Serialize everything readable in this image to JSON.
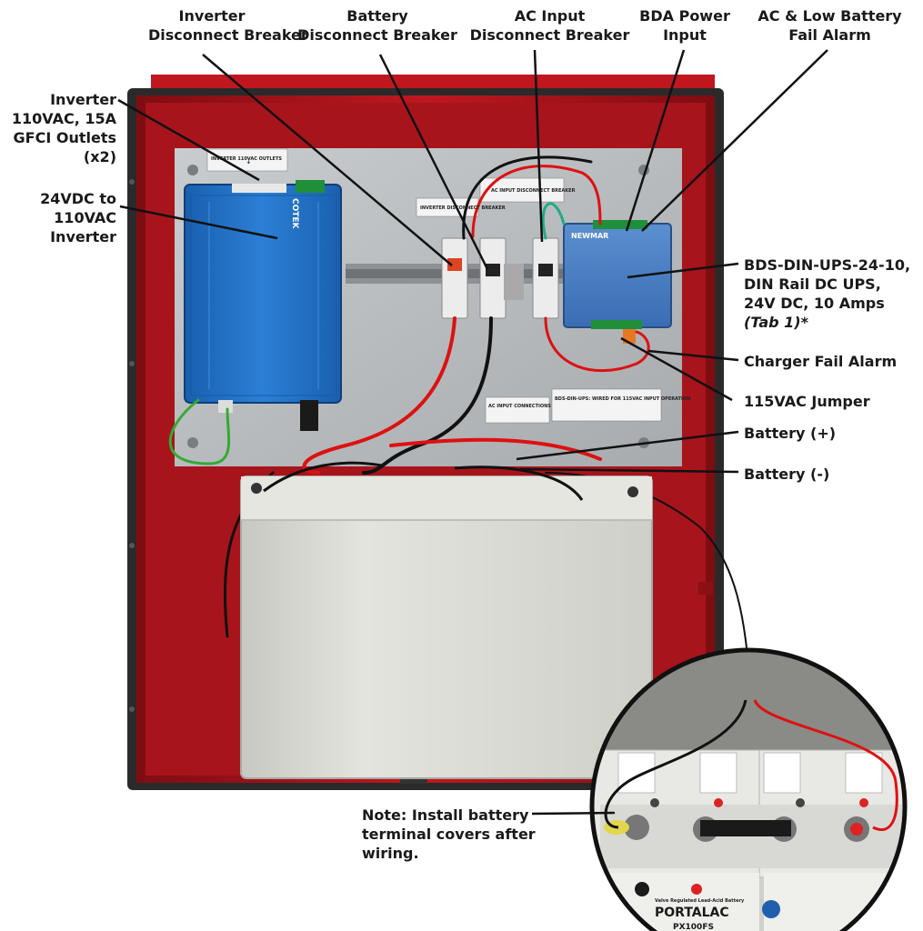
{
  "callouts": {
    "inverter_breaker": [
      "Inverter",
      "Disconnect Breaker"
    ],
    "battery_breaker": [
      "Battery",
      "Disconnect Breaker"
    ],
    "ac_input_breaker": [
      "AC Input",
      "Disconnect Breaker"
    ],
    "bda_power": [
      "BDA Power",
      "Input"
    ],
    "ac_low_battery": [
      "AC & Low Battery",
      "Fail Alarm"
    ],
    "gfci_outlets": [
      "Inverter",
      "110VAC, 15A",
      "GFCI Outlets",
      "(x2)"
    ],
    "inverter": [
      "24VDC to",
      "110VAC",
      "Inverter"
    ],
    "ups": [
      "BDS-DIN-UPS-24-10,",
      "DIN Rail DC UPS,",
      "24V DC, 10 Amps"
    ],
    "ups_tab": "(Tab 1)*",
    "charger_fail": "Charger Fail Alarm",
    "jumper": "115VAC Jumper",
    "battery_pos": "Battery (+)",
    "battery_neg": "Battery (-)",
    "note": [
      "Note: Install battery",
      "terminal covers after",
      "wiring."
    ]
  },
  "panel_labels": {
    "outlets_label": "INVERTER 110VAC OUTLETS",
    "inverter_brand": "COTEK",
    "ac_input_breaker_tag": "AC INPUT DISCONNECT BREAKER",
    "inverter_breaker_tag": "INVERTER DISCONNECT BREAKER",
    "ups_brand": "NEWMAR",
    "ac_connections": "AC INPUT CONNECTIONS",
    "wiring_note": "BDS-DIN-UPS: WIRED FOR 115VAC INPUT OPERATION"
  },
  "inset": {
    "battery_brand": "PORTALAC",
    "battery_subtext": "Valve Regulated Lead-Acid Battery",
    "battery_model": "PX100FS"
  },
  "colors": {
    "enclosure_red": "#b3151c",
    "inverter_blue": "#1f6fc4",
    "backplate": "#b8bcc0",
    "battery_gray": "#dcdcd6"
  }
}
